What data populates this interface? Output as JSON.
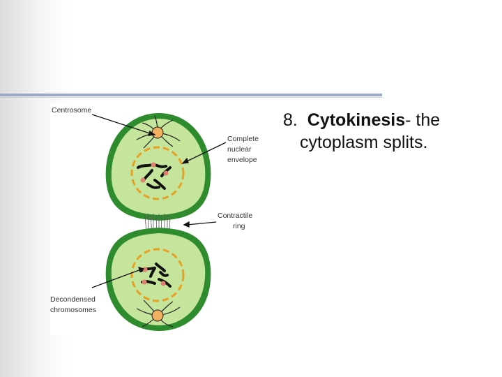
{
  "slide": {
    "number": "8.",
    "term": "Cytokinesis",
    "rest_line1": "- the",
    "line2": "cytoplasm splits."
  },
  "diagram": {
    "labels": {
      "centrosome": "Centrosome",
      "nuclear_envelope": [
        "Complete",
        "nuclear",
        "envelope"
      ],
      "contractile_ring": [
        "Contractile",
        "ring"
      ],
      "decondensed_chromosomes": [
        "Decondensed",
        "chromosomes"
      ]
    }
  },
  "colors": {
    "cell_wall": "#2e8b2e",
    "cytoplasm": "#c6e59c",
    "nucleus_dash": "#e8a020",
    "centrosome": "#f0b060",
    "chromosome": "#111111",
    "centromere": "#e08070",
    "accent_rule": "#9aaac4"
  }
}
